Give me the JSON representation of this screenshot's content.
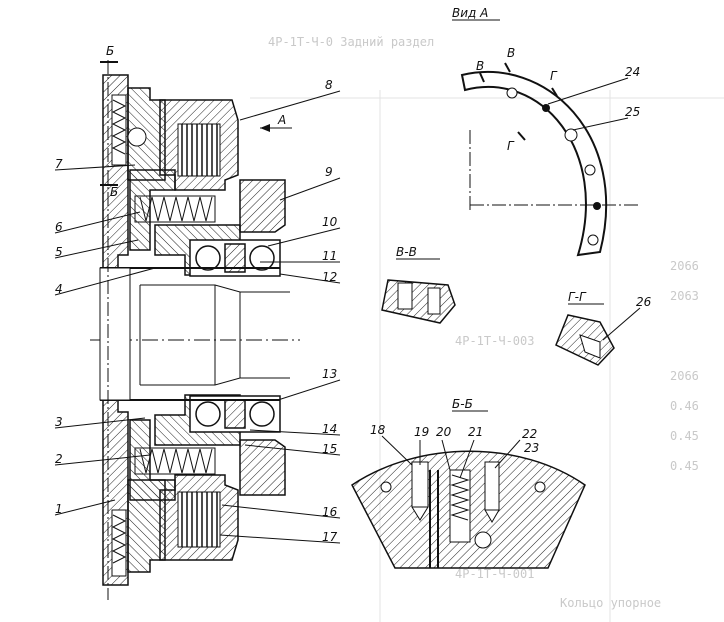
{
  "view_labels": {
    "view_a": "Вид А",
    "section_b": "Б-Б",
    "section_v": "В-В",
    "section_g": "Г-Г",
    "arrow_a": "А",
    "mark_b_top": "Б",
    "mark_b_mid": "Б",
    "mark_v1": "В",
    "mark_v2": "В",
    "mark_g1": "Г",
    "mark_g2": "Г"
  },
  "callouts": [
    "1",
    "2",
    "3",
    "4",
    "5",
    "6",
    "7",
    "8",
    "9",
    "10",
    "11",
    "12",
    "13",
    "14",
    "15",
    "16",
    "17",
    "18",
    "19",
    "20",
    "21",
    "22",
    "23",
    "24",
    "25",
    "26"
  ],
  "background_text": {
    "title_fragment": "4Р-1Т-Ч-0  Задний раздел",
    "rows": [
      "2066",
      "2063",
      "4Р-1Т-Ч-003",
      "2066",
      "0.46",
      "0.45",
      "0.45",
      "4Р-1Т-Ч-001",
      "Кольцо упорное"
    ]
  }
}
